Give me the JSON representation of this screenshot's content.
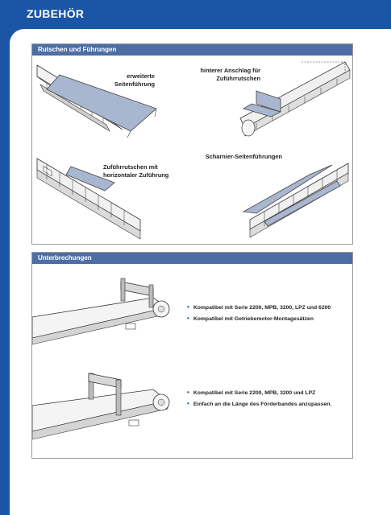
{
  "header": {
    "title": "ZUBEHÖR"
  },
  "sections": {
    "slides": {
      "title": "Rutschen und Führungen",
      "items": [
        {
          "label_line1": "erweiterte",
          "label_line2": "Seitenführung"
        },
        {
          "label_line1": "hinterer Anschlag für",
          "label_line2": "Zuführrutschen"
        },
        {
          "label_line1": "Zuführrutschen mit",
          "label_line2": "horizontaler Zuführung"
        },
        {
          "label_line1": "Scharnier-Seitenführungen",
          "label_line2": ""
        }
      ]
    },
    "stops": {
      "title": "Unterbrechungen",
      "items": [
        {
          "bullets": [
            "Kompatibel mit Serie 2200, MPB, 3200, LPZ und 6200",
            "Kompatibel mit Getriebemotor-Montagesätzen"
          ]
        },
        {
          "bullets": [
            "Kompatibel mit Serie 2200, MPB, 3200 und LPZ",
            "Einfach an die Länge des Förderbandes anzupassen."
          ]
        }
      ]
    }
  },
  "colors": {
    "brand_blue": "#1b55a6",
    "section_header": "#4d6ea3",
    "accessory_fill": "#a9b6cf"
  }
}
